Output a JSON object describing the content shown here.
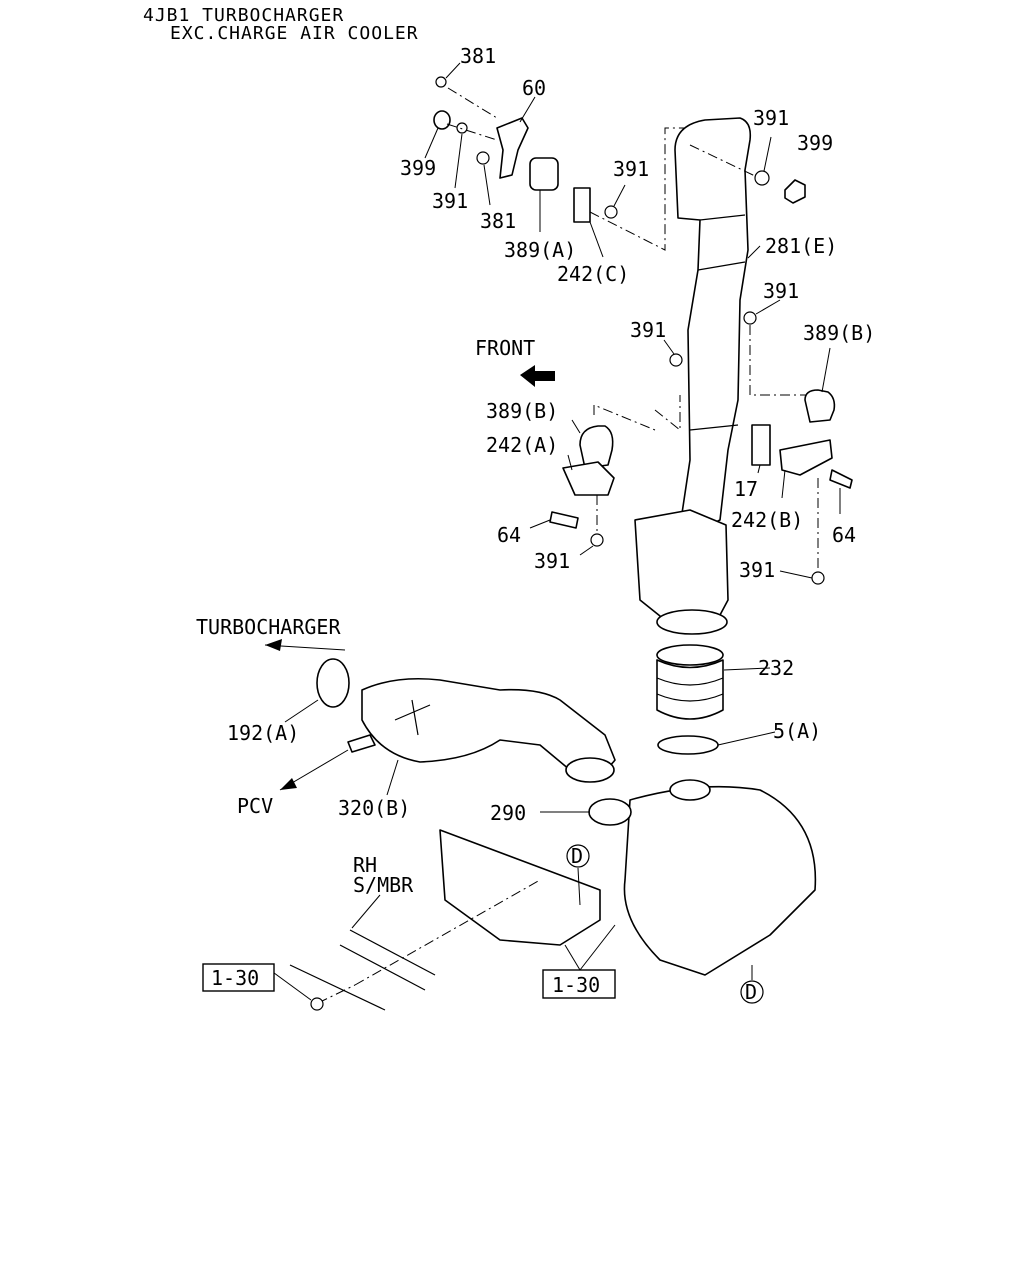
{
  "header": {
    "line1": "4JB1 TURBOCHARGER",
    "line2": "EXC.CHARGE AIR COOLER"
  },
  "directions": {
    "front": "FRONT",
    "turbocharger": "TURBOCHARGER",
    "pcv": "PCV",
    "rh_line1": "RH",
    "rh_line2": "S/MBR"
  },
  "callouts": {
    "c381_top": "381",
    "c60": "60",
    "c399_left": "399",
    "c391_a": "391",
    "c381_b": "381",
    "c389a": "389(A)",
    "c391_b": "391",
    "c242c": "242(C)",
    "c391_c": "391",
    "c399_right": "399",
    "c281e": "281(E)",
    "c391_d": "391",
    "c391_e": "391",
    "c389b_right": "389(B)",
    "c389b_left": "389(B)",
    "c242a": "242(A)",
    "c17": "17",
    "c242b": "242(B)",
    "c64_left": "64",
    "c64_right": "64",
    "c391_f": "391",
    "c391_g": "391",
    "c192a": "192(A)",
    "c232": "232",
    "c5a": "5(A)",
    "c320b": "320(B)",
    "c290": "290"
  },
  "refs": {
    "box_left": "1-30",
    "box_center": "1-30",
    "d_top": "D",
    "d_bottom": "D"
  }
}
